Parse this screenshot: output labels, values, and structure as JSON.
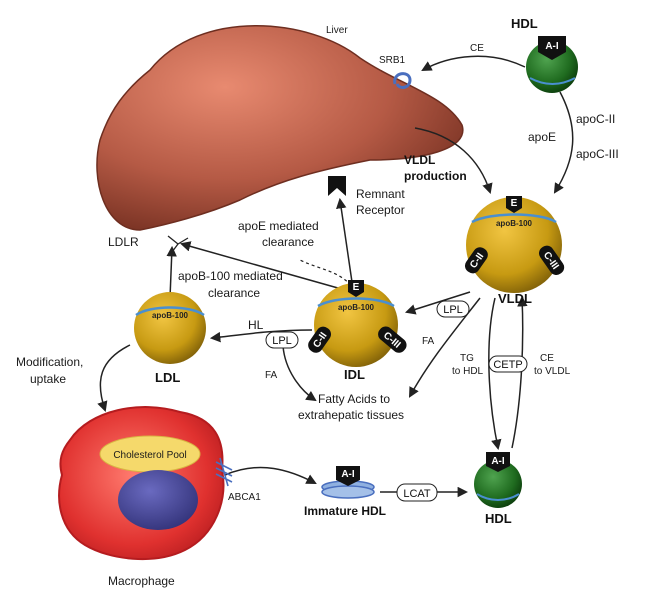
{
  "labels": {
    "liver": "Liver",
    "hdl_top": "HDL",
    "srb1": "SRB1",
    "ce_top": "CE",
    "apoc2": "apoC-II",
    "apoe_side": "apoE",
    "apoc3": "apoC-III",
    "vldl_production_1": "VLDL",
    "vldl_production_2": "production",
    "remnant_1": "Remnant",
    "remnant_2": "Receptor",
    "apoe_clear_1": "apoE mediated",
    "apoe_clear_2": "clearance",
    "ldlr": "LDLR",
    "apob_clear_1": "apoB-100 mediated",
    "apob_clear_2": "clearance",
    "vldl": "VLDL",
    "idl": "IDL",
    "ldl": "LDL",
    "hl": "HL",
    "lpl_idl": "LPL",
    "lpl_vldl": "LPL",
    "fa_idl": "FA",
    "fa_vldl": "FA",
    "fatty_1": "Fatty Acids to",
    "fatty_2": "extrahepatic tissues",
    "modification_1": "Modification,",
    "modification_2": "uptake",
    "tg_1": "TG",
    "tg_2": "to HDL",
    "cetp": "CETP",
    "ce_1": "CE",
    "ce_2": "to VLDL",
    "cholesterol_pool": "Cholesterol Pool",
    "abca1": "ABCA1",
    "macrophage": "Macrophage",
    "immature_hdl": "Immature HDL",
    "lcat": "LCAT",
    "hdl_bottom": "HDL"
  },
  "tags": {
    "a1": "A-I",
    "e": "E",
    "c2": "C-II",
    "c3": "C-III",
    "apob100": "apoB-100"
  },
  "colors": {
    "liver": "#b55a45",
    "lipoprotein_gold": "#c79a12",
    "hdl_green": "#1f6b1f",
    "macrophage_red": "#d9262b",
    "nucleus_blue": "#4a4a9a",
    "cholesterol_yellow": "#f5d96b",
    "membrane_blue": "#4a8fd0"
  }
}
